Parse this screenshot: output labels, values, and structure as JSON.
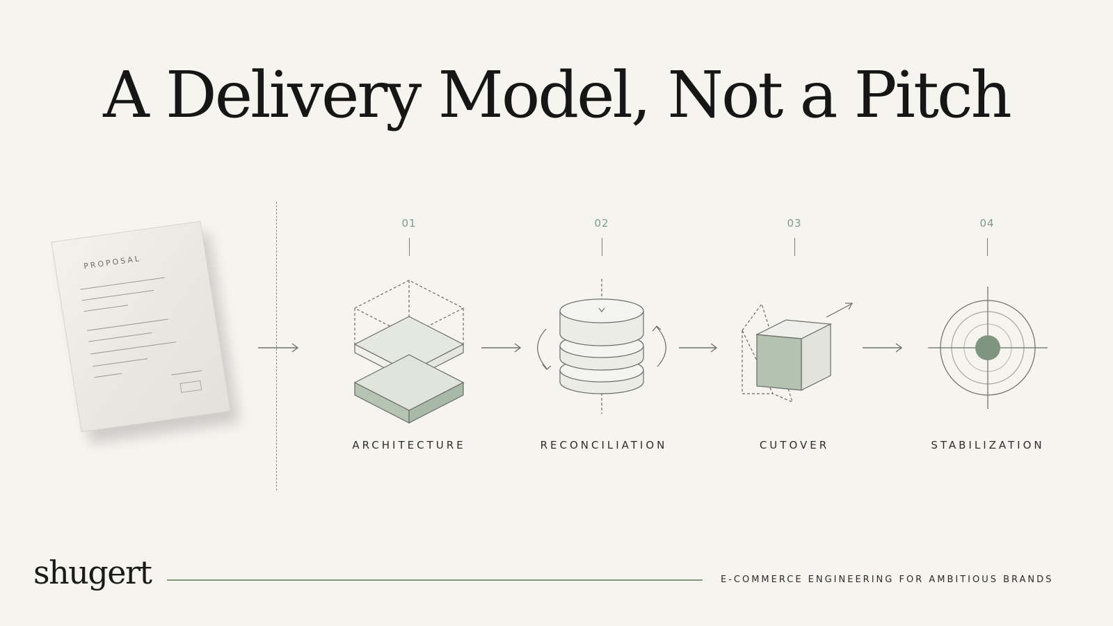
{
  "title": "A Delivery Model, Not a Pitch",
  "proposal": {
    "label": "PROPOSAL"
  },
  "steps": [
    {
      "number": "01",
      "label": "ARCHITECTURE"
    },
    {
      "number": "02",
      "label": "RECONCILIATION"
    },
    {
      "number": "03",
      "label": "CUTOVER"
    },
    {
      "number": "04",
      "label": "STABILIZATION"
    }
  ],
  "footer": {
    "brand": "shugert",
    "tagline": "E-COMMERCE ENGINEERING FOR AMBITIOUS BRANDS"
  },
  "colors": {
    "background": "#f6f4ef",
    "accent": "#7e9b83",
    "accent_fill": "#b9c8b8",
    "ink": "#161616"
  },
  "icons": [
    "proposal-document-icon",
    "layered-platform-icon",
    "database-cylinder-icon",
    "cube-cutover-icon",
    "target-icon",
    "arrow-right-icon"
  ]
}
